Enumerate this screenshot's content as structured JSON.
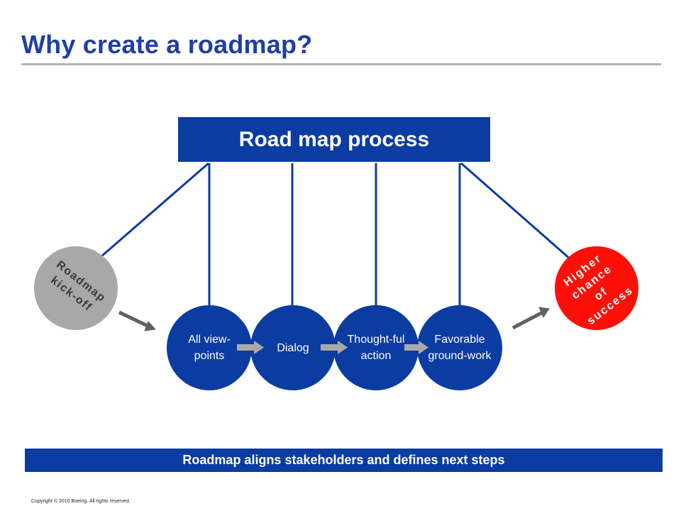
{
  "slide": {
    "title": "Why create a roadmap?",
    "copyright": "Copyright © 2010 Boeing. All rights reserved."
  },
  "diagram": {
    "process_label": "Road map process",
    "start_label": "Roadmap kick-off",
    "end_label": "Higher chance of success",
    "steps": [
      {
        "label": "All view-points"
      },
      {
        "label": "Dialog"
      },
      {
        "label": "Thought-ful action"
      },
      {
        "label": "Favorable ground-work"
      }
    ],
    "banner_text": "Roadmap aligns stakeholders and defines next steps"
  },
  "colors": {
    "primary_blue": "#0b3ca2",
    "title_blue": "#1f3fa3",
    "kickoff_gray": "#a8a8a8",
    "success_red": "#ff0f08",
    "arrow_gray": "#606060"
  }
}
